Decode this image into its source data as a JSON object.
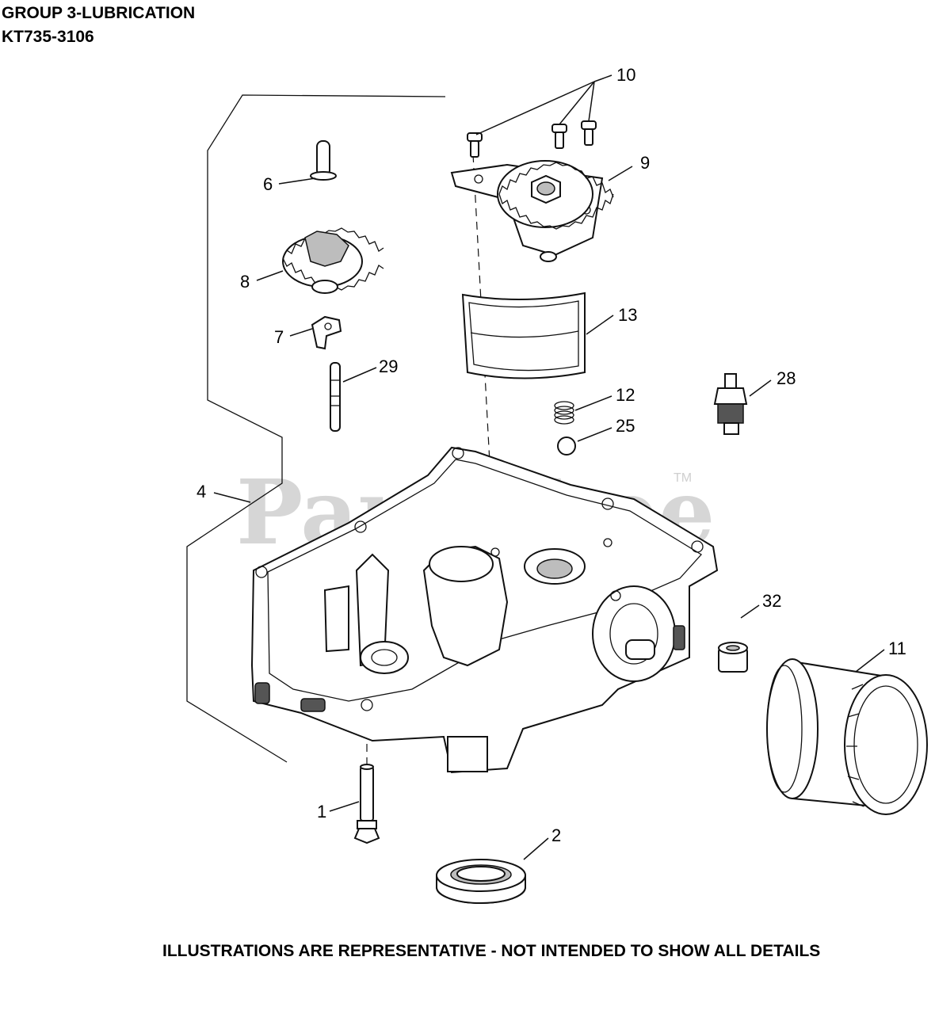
{
  "header": {
    "title": "GROUP 3-LUBRICATION",
    "model": "KT735-3106"
  },
  "footer": {
    "note": "ILLUSTRATIONS ARE REPRESENTATIVE - NOT INTENDED TO SHOW ALL DETAILS"
  },
  "watermark": {
    "text": "PartsTree",
    "trademark": "TM"
  },
  "callouts": [
    "10",
    "9",
    "6",
    "8",
    "13",
    "7",
    "29",
    "12",
    "25",
    "28",
    "4",
    "32",
    "11",
    "1",
    "2"
  ]
}
